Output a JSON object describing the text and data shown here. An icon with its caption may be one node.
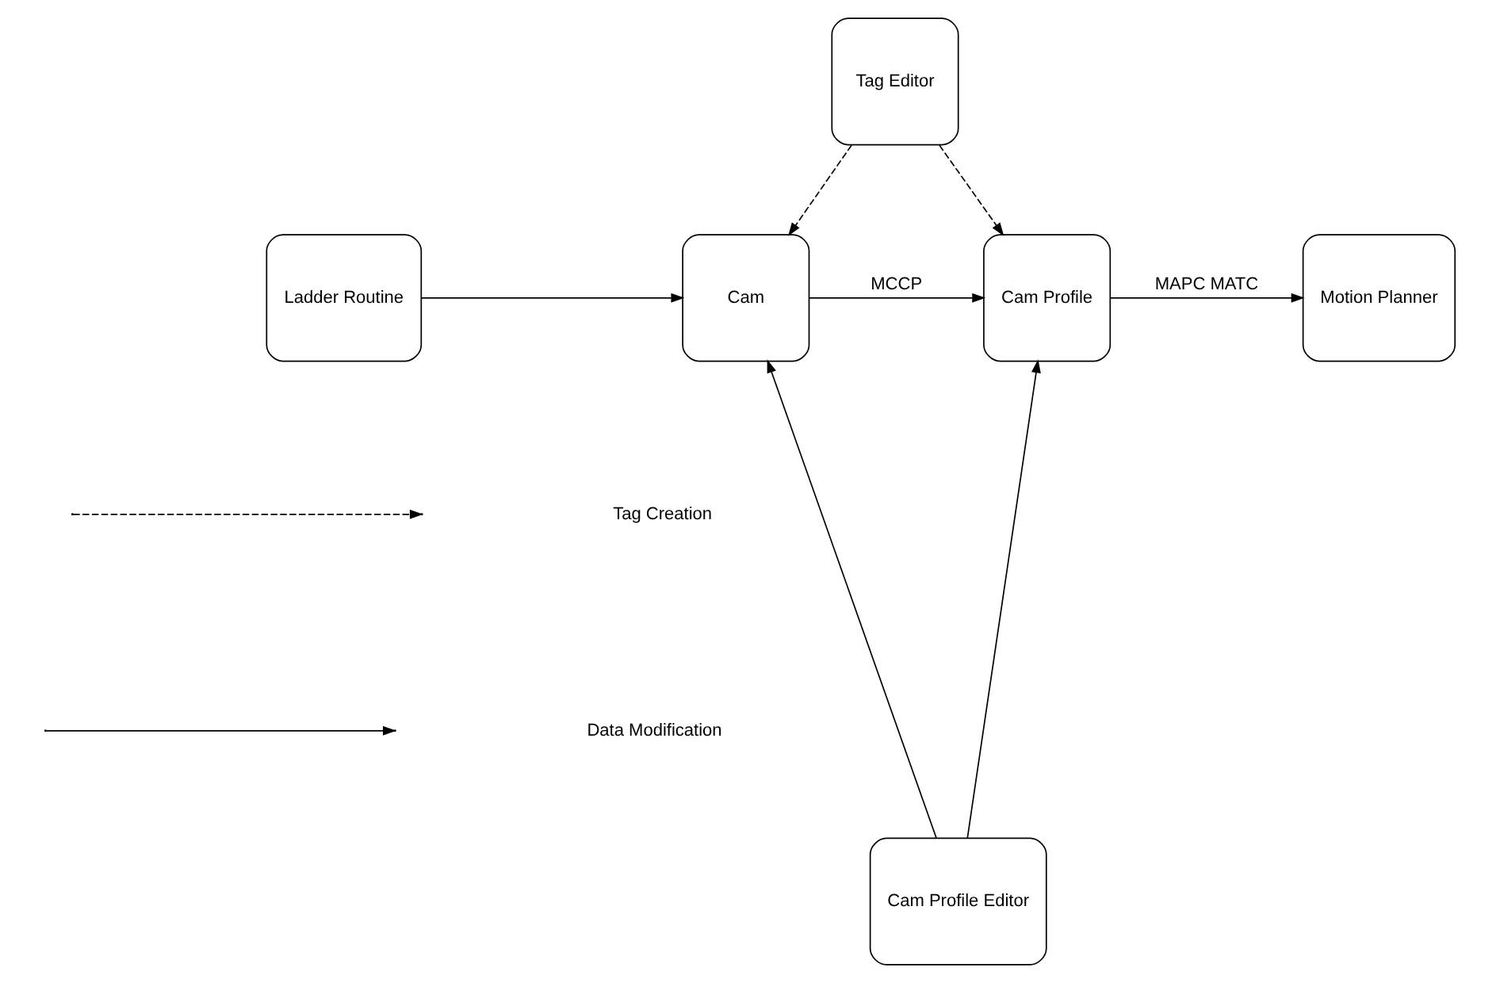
{
  "diagram": {
    "nodes": [
      {
        "text": [
          "Tag Editor"
        ]
      },
      {
        "text": [
          "Ladder Routine"
        ]
      },
      {
        "text": [
          "Cam"
        ]
      },
      {
        "text": [
          "Cam Profile"
        ]
      },
      {
        "text": [
          "Motion Planner"
        ]
      },
      {
        "text": [
          "Cam Profile Editor"
        ]
      }
    ],
    "edges": [
      {
        "from": 0,
        "to": 2,
        "arrow": "to",
        "style": "dashed"
      },
      {
        "from": 0,
        "to": 3,
        "arrow": "to",
        "style": "dashed"
      },
      {
        "from": 1,
        "to": 2,
        "arrow": "to"
      },
      {
        "from": 2,
        "to": 3,
        "arrow": "to",
        "label": "MCCP"
      },
      {
        "from": 3,
        "to": 4,
        "arrow": "to",
        "label": "MAPC MATC"
      },
      {
        "from": 5,
        "to": 2,
        "arrow": "to"
      },
      {
        "from": 5,
        "to": 3,
        "arrow": "to"
      }
    ],
    "legend": [
      {
        "text": "Tag Creation"
      },
      {
        "text": "Data Modification"
      }
    ]
  }
}
